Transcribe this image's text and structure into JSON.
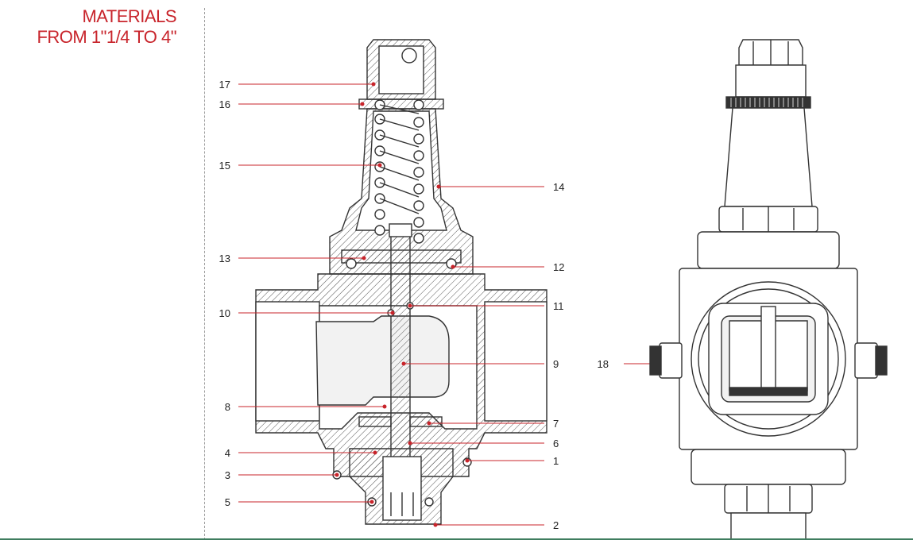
{
  "header": {
    "title_line1": "MATERIALS",
    "title_line2": "FROM 1\"1/4 TO 4\""
  },
  "colors": {
    "accent": "#c8242b",
    "line": "#333333",
    "hatch": "#666666"
  },
  "callouts": {
    "left": [
      "17",
      "16",
      "15",
      "13",
      "10",
      "8",
      "4",
      "3",
      "5"
    ],
    "right": [
      "14",
      "12",
      "11",
      "9",
      "7",
      "6",
      "1",
      "2"
    ],
    "external": "18"
  }
}
